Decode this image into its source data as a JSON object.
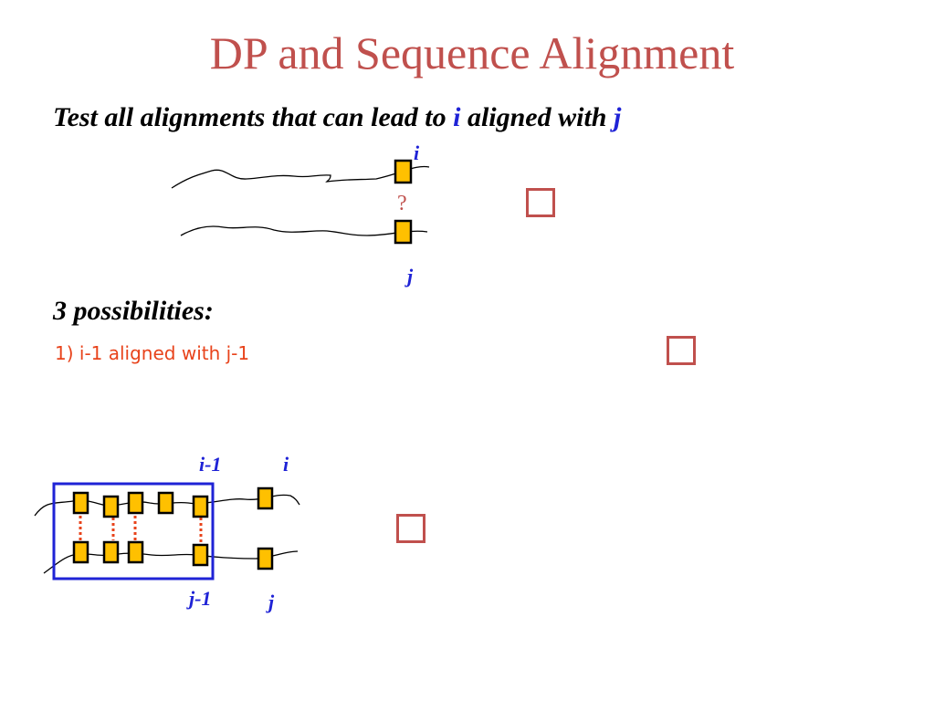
{
  "slide": {
    "title": "DP and Sequence Alignment",
    "subtitle_prefix": "Test all alignments that can lead to ",
    "subtitle_var_i": "i",
    "subtitle_middle": " aligned with ",
    "subtitle_var_j": "j",
    "possibilities_heading": "3 possibilities:",
    "case_1": "1) i-1 aligned with j-1"
  },
  "top_diagram": {
    "label_top": "i",
    "label_bottom": "j",
    "question_mark": "?"
  },
  "bottom_diagram": {
    "label_top_prev": "i-1",
    "label_top_cur": "i",
    "label_bottom_prev": "j-1",
    "label_bottom_cur": "j"
  },
  "colors": {
    "title": "#c0504d",
    "variable": "#1f23d6",
    "case_text": "#e8431b",
    "residue_fill": "#ffc000",
    "frame": "#1f23d6",
    "match_dots": "#e8431b"
  }
}
